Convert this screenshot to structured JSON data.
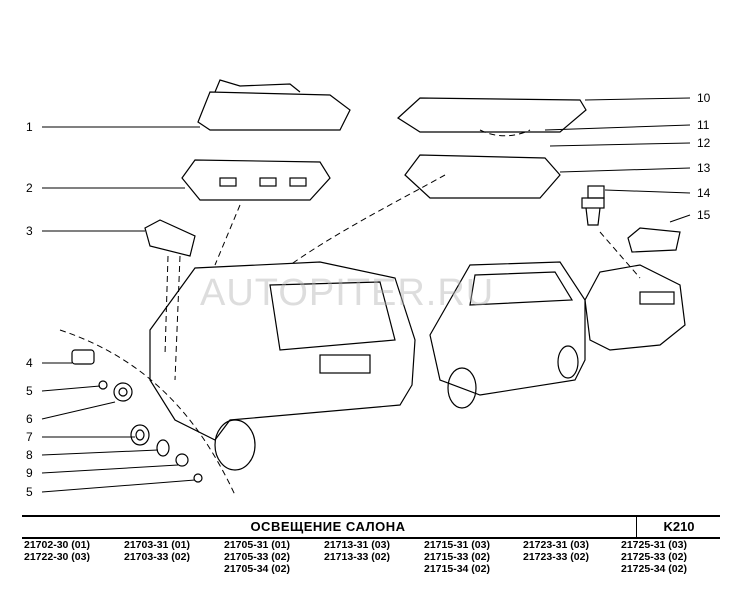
{
  "diagram": {
    "title": "ОСВЕЩЕНИЕ   САЛОНА",
    "code": "K210",
    "watermark": "AUTOPITER.RU",
    "callouts_left": [
      "1",
      "2",
      "3",
      "4",
      "5",
      "6",
      "7",
      "8",
      "9",
      "5"
    ],
    "callouts_right": [
      "10",
      "11",
      "12",
      "13",
      "14",
      "15"
    ]
  },
  "models": [
    [
      "21702-30 (01)",
      "21722-30 (03)"
    ],
    [
      "21703-31 (01)",
      "21703-33 (02)"
    ],
    [
      "21705-31 (01)",
      "21705-33 (02)",
      "21705-34 (02)"
    ],
    [
      "21713-31 (03)",
      "21713-33 (02)"
    ],
    [
      "21715-31 (03)",
      "21715-33 (02)",
      "21715-34 (02)"
    ],
    [
      "21723-31 (03)",
      "21723-33 (02)"
    ],
    [
      "21725-31 (03)",
      "21725-33 (02)",
      "21725-34 (02)"
    ]
  ]
}
